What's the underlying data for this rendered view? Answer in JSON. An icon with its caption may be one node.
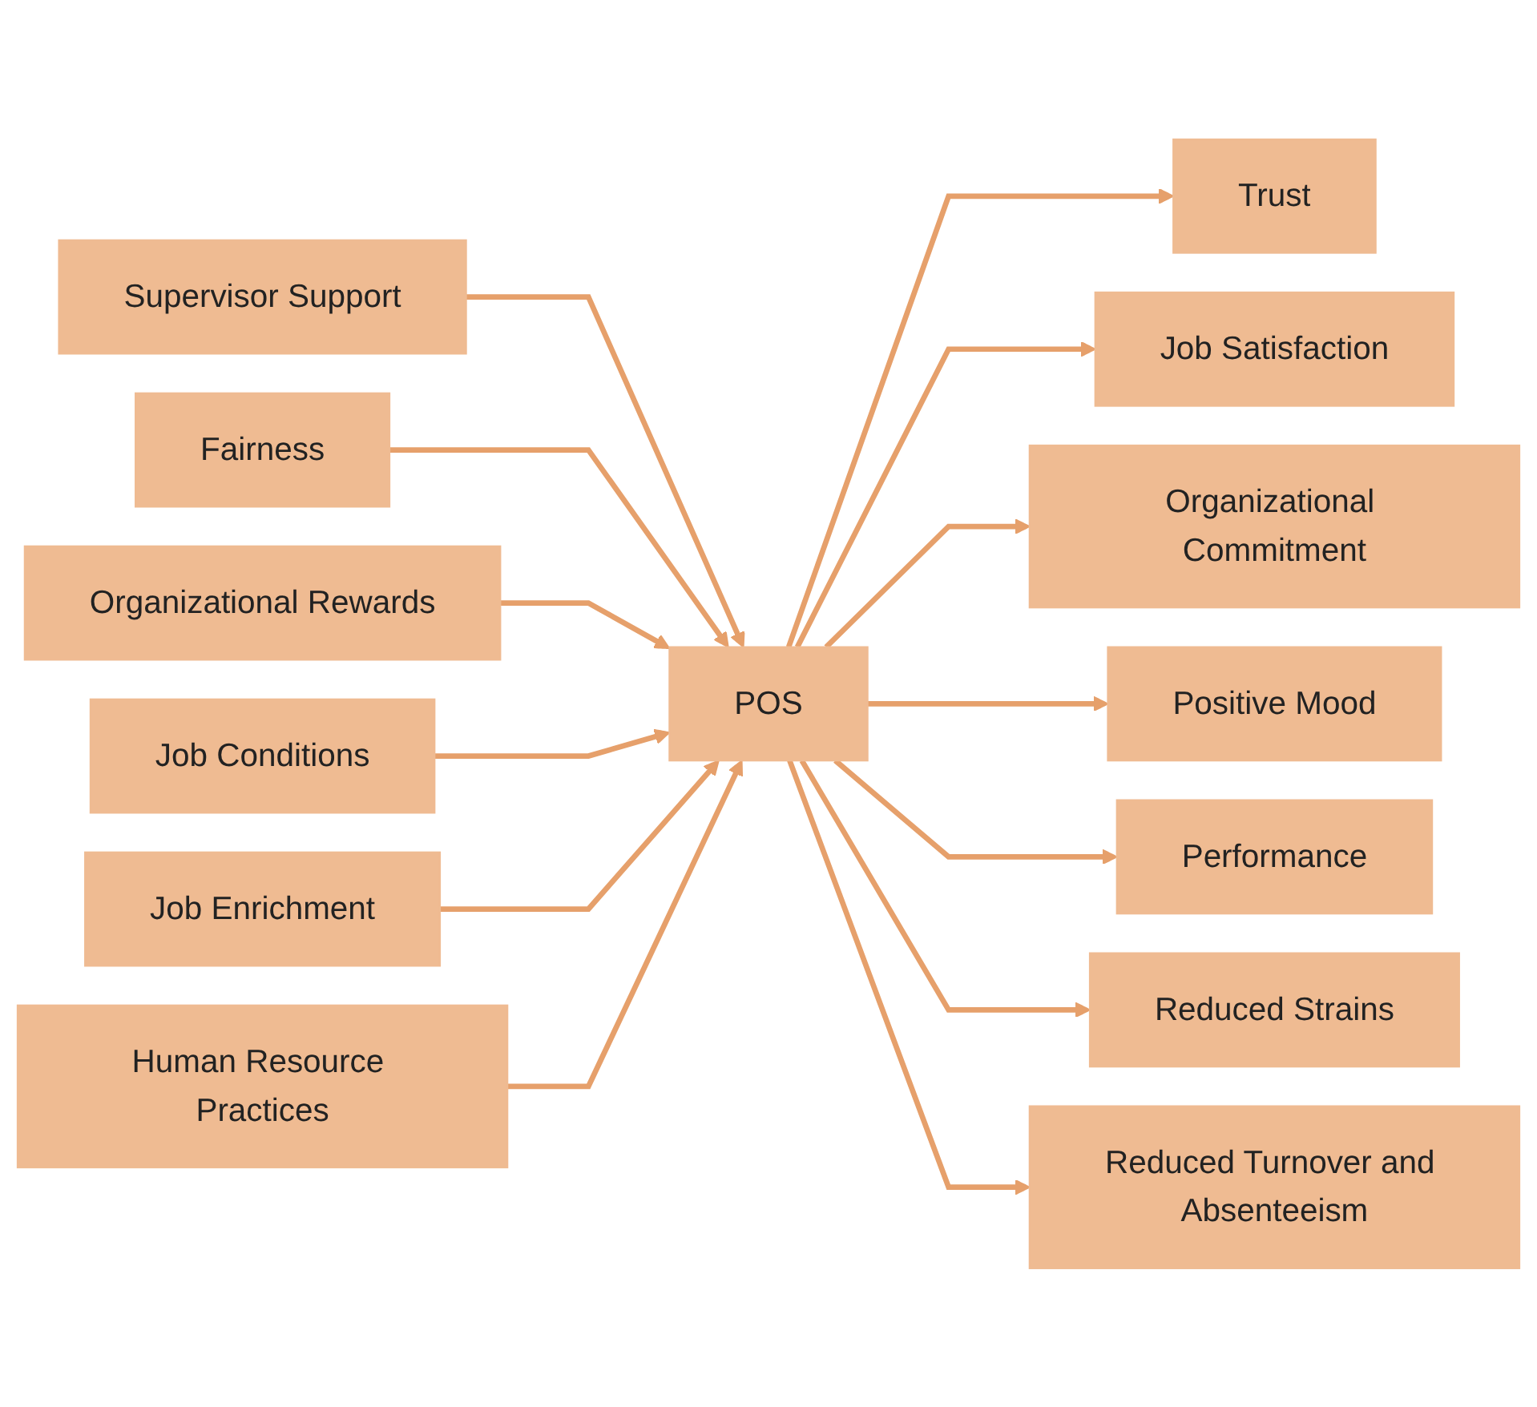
{
  "diagram": {
    "nodes": [
      {
        "text": [
          "Supervisor Support"
        ]
      },
      {
        "text": [
          "Fairness"
        ]
      },
      {
        "text": [
          "Organizational Rewards"
        ]
      },
      {
        "text": [
          "Job Conditions"
        ]
      },
      {
        "text": [
          "Job Enrichment"
        ]
      },
      {
        "text": [
          "Human Resource Practices"
        ]
      },
      {
        "text": [
          "POS"
        ]
      },
      {
        "text": [
          "Trust"
        ]
      },
      {
        "text": [
          "Job Satisfaction"
        ]
      },
      {
        "text": [
          "Organizational Commitment"
        ]
      },
      {
        "text": [
          "Positive Mood"
        ]
      },
      {
        "text": [
          "Performance"
        ]
      },
      {
        "text": [
          "Reduced Strains"
        ]
      },
      {
        "text": [
          "Reduced Turnover and Absenteeism"
        ]
      }
    ],
    "edges": [
      {
        "from": 0,
        "to": 6,
        "arrow": "to"
      },
      {
        "from": 1,
        "to": 6,
        "arrow": "to"
      },
      {
        "from": 2,
        "to": 6,
        "arrow": "to"
      },
      {
        "from": 3,
        "to": 6,
        "arrow": "to"
      },
      {
        "from": 4,
        "to": 6,
        "arrow": "to"
      },
      {
        "from": 5,
        "to": 6,
        "arrow": "to"
      },
      {
        "from": 6,
        "to": 7,
        "arrow": "to"
      },
      {
        "from": 6,
        "to": 8,
        "arrow": "to"
      },
      {
        "from": 6,
        "to": 9,
        "arrow": "to"
      },
      {
        "from": 6,
        "to": 10,
        "arrow": "to"
      },
      {
        "from": 6,
        "to": 11,
        "arrow": "to"
      },
      {
        "from": 6,
        "to": 12,
        "arrow": "to"
      },
      {
        "from": 6,
        "to": 13,
        "arrow": "to"
      }
    ]
  }
}
